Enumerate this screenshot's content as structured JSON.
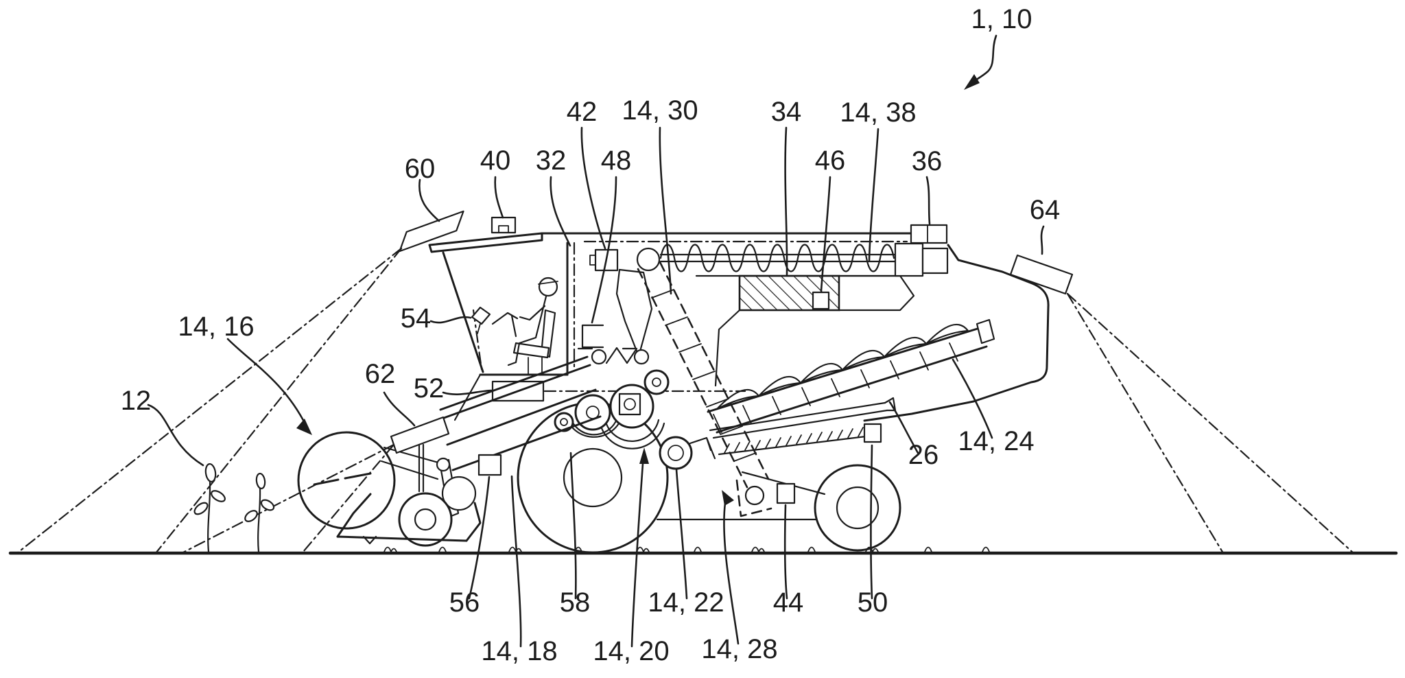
{
  "figure": {
    "kind": "patent-line-drawing",
    "subject": "combine-harvester-side-view-with-sensors",
    "colors": {
      "ink": "#1c1c1c",
      "background": "#ffffff"
    },
    "labels": {
      "n1_10": {
        "text": "1, 10"
      },
      "n12": {
        "text": "12"
      },
      "n14_16": {
        "text": "14, 16"
      },
      "n60": {
        "text": "60"
      },
      "n40": {
        "text": "40"
      },
      "n32": {
        "text": "32"
      },
      "n42": {
        "text": "42"
      },
      "n48": {
        "text": "48"
      },
      "n14_30": {
        "text": "14, 30"
      },
      "n34": {
        "text": "34"
      },
      "n46": {
        "text": "46"
      },
      "n14_38": {
        "text": "14, 38"
      },
      "n36": {
        "text": "36"
      },
      "n64": {
        "text": "64"
      },
      "n54": {
        "text": "54"
      },
      "n62": {
        "text": "62"
      },
      "n52": {
        "text": "52"
      },
      "n56": {
        "text": "56"
      },
      "n14_18": {
        "text": "14, 18"
      },
      "n58": {
        "text": "58"
      },
      "n14_20": {
        "text": "14, 20"
      },
      "n14_22": {
        "text": "14, 22"
      },
      "n14_28": {
        "text": "14, 28"
      },
      "n44": {
        "text": "44"
      },
      "n50": {
        "text": "50"
      },
      "n26": {
        "text": "26"
      },
      "n14_24": {
        "text": "14, 24"
      }
    }
  }
}
